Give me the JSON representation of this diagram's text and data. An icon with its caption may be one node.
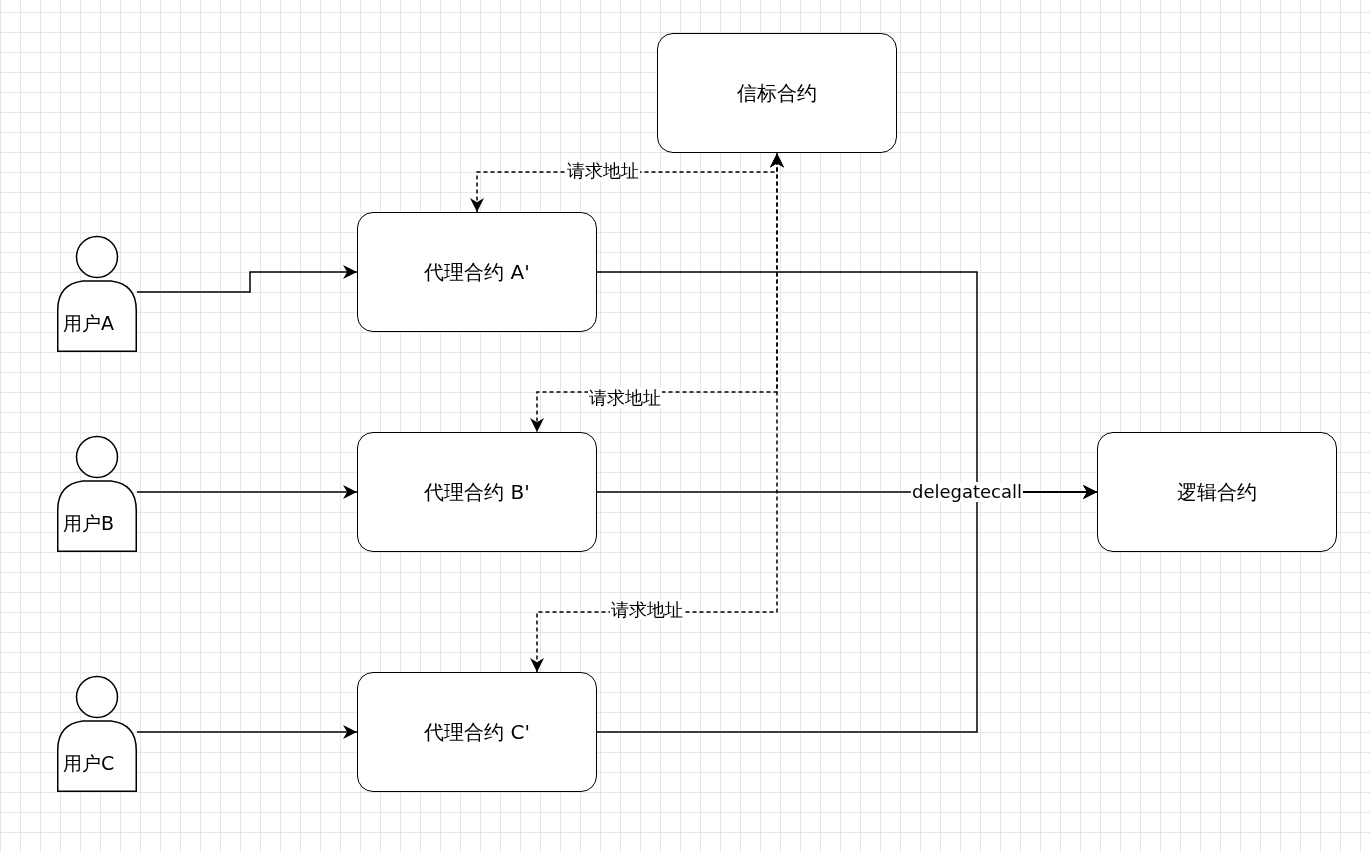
{
  "diagram": {
    "nodes": [
      {
        "text": [
          "信标合约"
        ]
      },
      {
        "text": [
          "用户A"
        ]
      },
      {
        "text": [
          "代理合约 A'"
        ]
      },
      {
        "text": [
          "用户B"
        ]
      },
      {
        "text": [
          "代理合约 B'"
        ]
      },
      {
        "text": [
          "用户C"
        ]
      },
      {
        "text": [
          "代理合约 C'"
        ]
      },
      {
        "text": [
          "逻辑合约"
        ]
      }
    ],
    "edges": [
      {
        "from": 1,
        "to": 2,
        "arrow": "to"
      },
      {
        "from": 3,
        "to": 4,
        "arrow": "to"
      },
      {
        "from": 5,
        "to": 6,
        "arrow": "to"
      },
      {
        "from": 2,
        "to": 7,
        "arrow": "to"
      },
      {
        "from": 4,
        "to": 7,
        "arrow": "to",
        "label": "delegatecall"
      },
      {
        "from": 6,
        "to": 7,
        "arrow": "to"
      },
      {
        "from": 0,
        "to": 2,
        "arrow": "both",
        "style": "dashed",
        "label": "请求地址"
      },
      {
        "from": 0,
        "to": 4,
        "arrow": "both",
        "style": "dashed",
        "label": "请求地址"
      },
      {
        "from": 0,
        "to": 6,
        "arrow": "both",
        "style": "dashed",
        "label": "请求地址"
      }
    ]
  }
}
